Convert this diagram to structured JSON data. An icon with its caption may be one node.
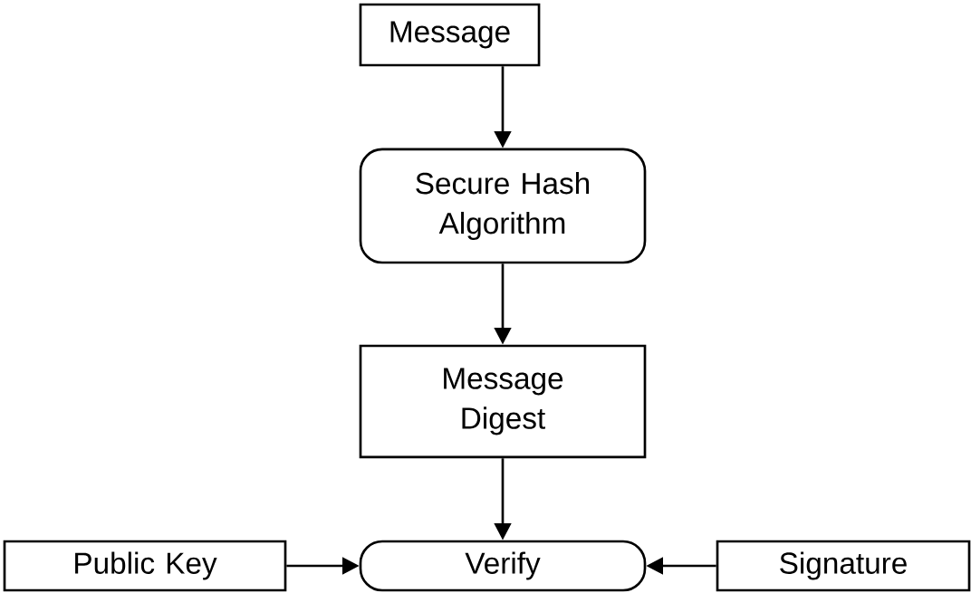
{
  "diagram": {
    "nodes": [
      {
        "text": [
          "Message"
        ]
      },
      {
        "text": [
          "Secure Hash Algorithm"
        ]
      },
      {
        "text": [
          "Message Digest"
        ]
      },
      {
        "text": [
          "Verify"
        ]
      },
      {
        "text": [
          "Public Key"
        ]
      },
      {
        "text": [
          "Signature"
        ]
      }
    ],
    "edges": [
      {
        "from": 0,
        "to": 1,
        "arrow": "to"
      },
      {
        "from": 1,
        "to": 2,
        "arrow": "to"
      },
      {
        "from": 2,
        "to": 3,
        "arrow": "to"
      },
      {
        "from": 4,
        "to": 3,
        "arrow": "to"
      },
      {
        "from": 5,
        "to": 3,
        "arrow": "to"
      }
    ]
  }
}
